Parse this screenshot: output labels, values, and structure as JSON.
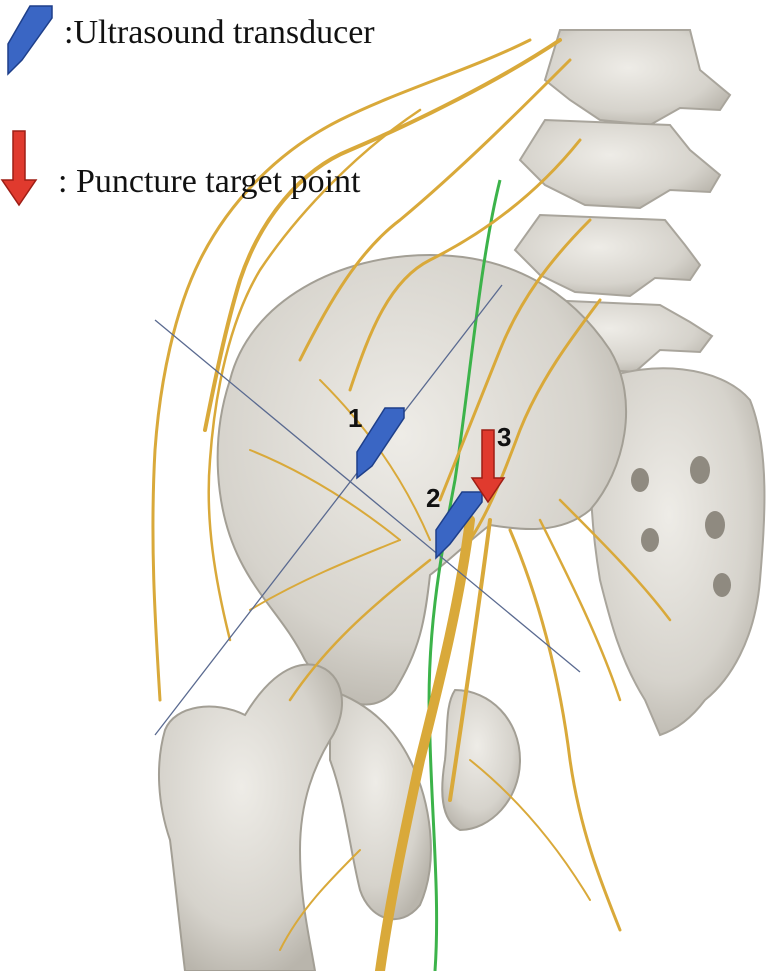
{
  "legend": {
    "transducer_label": ":Ultrasound transducer",
    "target_label": ": Puncture target point"
  },
  "markers": [
    {
      "number": "1",
      "kind": "transducer"
    },
    {
      "number": "2",
      "kind": "transducer"
    },
    {
      "number": "3",
      "kind": "target"
    }
  ],
  "colors": {
    "transducer": "#3a66c4",
    "target": "#e03a2e",
    "nerve": "#d9a93a",
    "vessel": "#3cb34a",
    "bone": "#d8d6d0",
    "scan_line": "#5a6a90"
  },
  "icons": [
    "transducer-icon",
    "arrow-down-icon"
  ]
}
